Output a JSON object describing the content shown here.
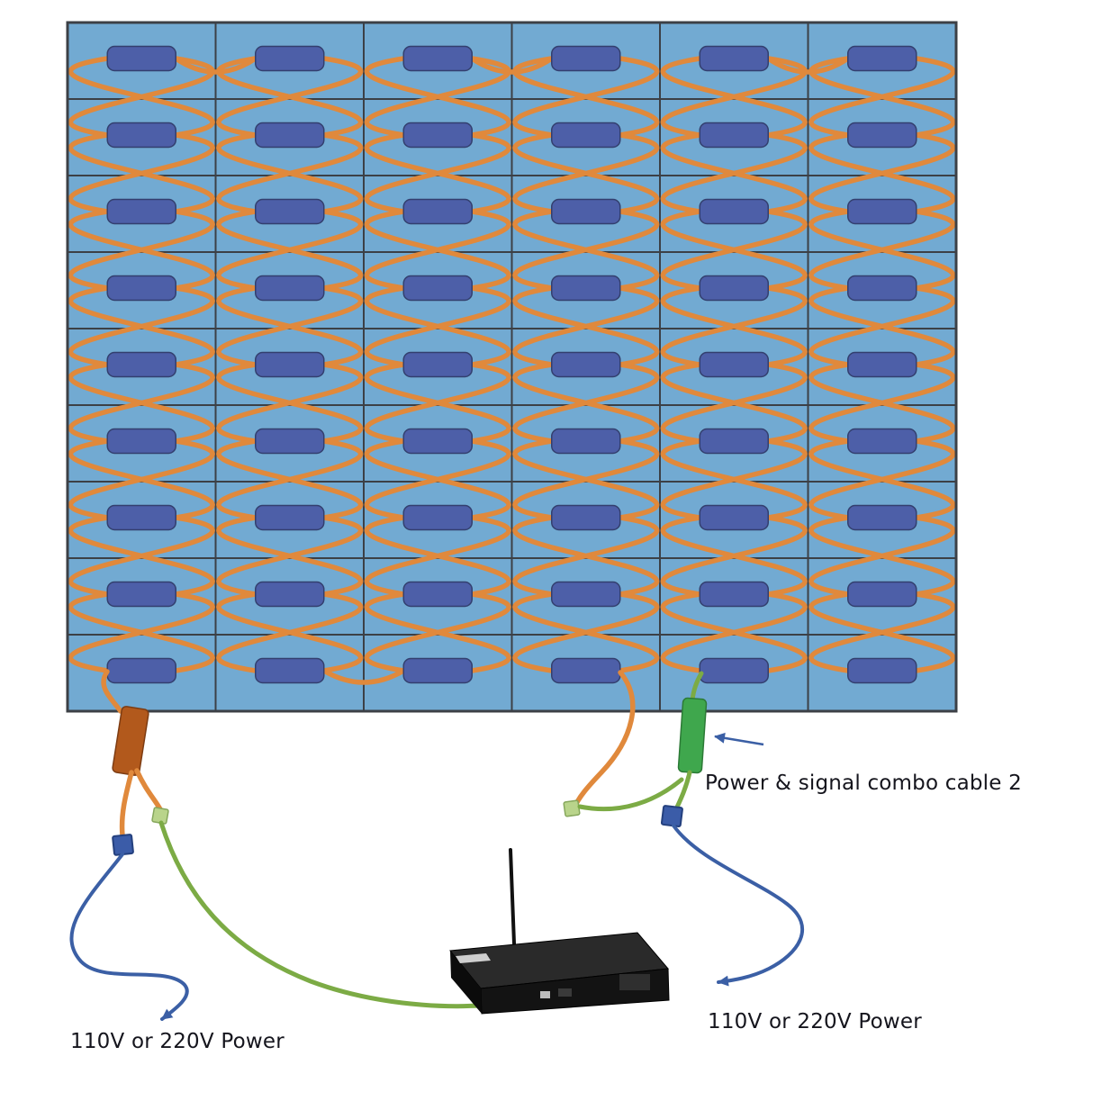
{
  "diagram": {
    "panel": {
      "rows": 9,
      "cols": 6
    },
    "labels": {
      "combo_cable_2": "Power & signal combo cable 2",
      "power_left": "110V or 220V Power",
      "power_right": "110V or 220V Power"
    },
    "colors": {
      "panel_fill": "#72aad2",
      "panel_line": "#3c4046",
      "module_fill": "#4d5fa8",
      "module_stroke": "#333f6e",
      "cable_orange": "#e0893c",
      "cable_green": "#7cab45",
      "cable_blue": "#3b5fa5",
      "connector_brown": "#b2591c",
      "connector_green": "#3fa74d",
      "square_blue": "#3b5ca8",
      "square_light_green": "#b9d48b",
      "device_black": "#131313"
    }
  }
}
